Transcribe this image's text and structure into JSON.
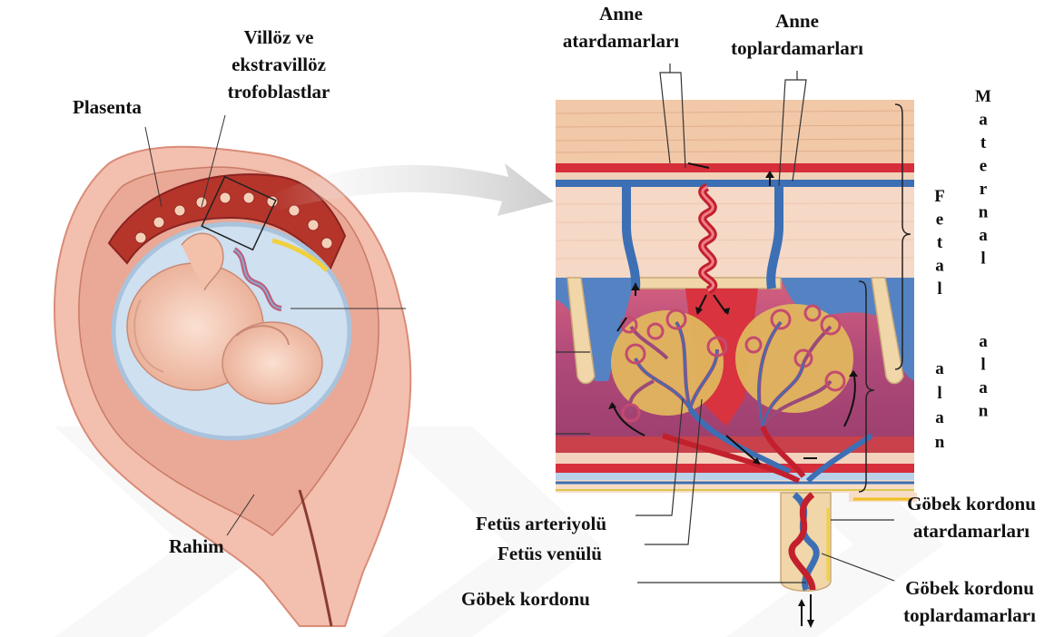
{
  "labels": {
    "plasenta": "Plasenta",
    "villoz_line1": "Villöz ve",
    "villoz_line2": "ekstravillöz",
    "villoz_line3": "trofoblastlar",
    "rahim": "Rahim",
    "anne_atar_line1": "Anne",
    "anne_atar_line2": "atardamarları",
    "anne_topl_line1": "Anne",
    "anne_topl_line2": "toplardamarları",
    "fetus_arteriyolu": "Fetüs arteriyolü",
    "fetus_venulu": "Fetüs venülü",
    "gobek_kordonu": "Göbek kordonu",
    "gobek_atar_line1": "Göbek kordonu",
    "gobek_atar_line2": "atardamarları",
    "gobek_topl_line1": "Göbek kordonu",
    "gobek_topl_line2": "toplardamarları"
  },
  "vertical_labels": {
    "maternal": [
      "M",
      "a",
      "t",
      "e",
      "r",
      "n",
      "a",
      "l"
    ],
    "maternal_alan": [
      "a",
      "l",
      "a",
      "n"
    ],
    "fetal": [
      "F",
      "e",
      "t",
      "a",
      "l"
    ],
    "fetal_alan": [
      "a",
      "l",
      "a",
      "n"
    ]
  },
  "colors": {
    "uterus_wall": "#f2b8a4",
    "uterus_dark": "#c9705e",
    "amniotic": "#cfe0f0",
    "fetus": "#f6c8b4",
    "placenta_red": "#b8352e",
    "artery": "#d62e3a",
    "vein": "#3d6fb4",
    "villus_gold": "#d9b35a",
    "blood_space": "#c65a7a",
    "arrow_gray": "#c8c8c8"
  }
}
